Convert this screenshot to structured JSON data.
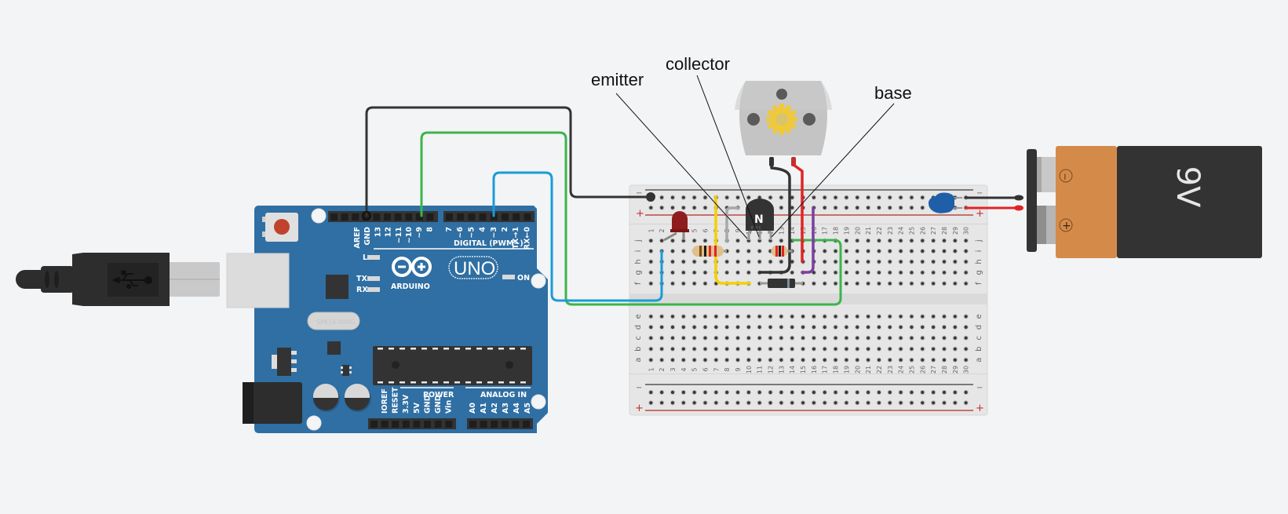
{
  "callouts": {
    "emitter": "emitter",
    "collector": "collector",
    "base": "base"
  },
  "arduino": {
    "brand": "ARDUINO",
    "model": "UNO",
    "digital_header": "DIGITAL (PWM~)",
    "power_header": "POWER",
    "analog_header": "ANALOG IN",
    "on_label": "ON",
    "led_labels": [
      "L",
      "TX",
      "RX"
    ],
    "crystal_label": "SPK16.000G",
    "digital_pins_left": [
      "AREF",
      "GND",
      "13",
      "12",
      "~11",
      "~10",
      "~9",
      "8"
    ],
    "digital_pins_right": [
      "7",
      "~6",
      "~5",
      "4",
      "~3",
      "2",
      "TX→1",
      "RX←0"
    ],
    "power_pins": [
      "IOREF",
      "RESET",
      "3.3V",
      "5V",
      "GND",
      "GND",
      "Vin"
    ],
    "analog_pins": [
      "A0",
      "A1",
      "A2",
      "A3",
      "A4",
      "A5"
    ]
  },
  "breadboard": {
    "columns": 30,
    "top_rows": [
      "j",
      "i",
      "h",
      "g",
      "f"
    ],
    "bottom_rows": [
      "e",
      "d",
      "c",
      "b",
      "a"
    ],
    "rail_minus": "−",
    "rail_plus": "+"
  },
  "transistor": {
    "type_label": "N",
    "pin_labels": "E B C"
  },
  "battery": {
    "voltage_label": "9V",
    "minus": "−",
    "plus": "+"
  },
  "wires": [
    {
      "name": "gnd-wire",
      "color": "#333333",
      "from": "Arduino GND",
      "to": "breadboard negative rail"
    },
    {
      "name": "pin9-wire",
      "color": "#3cb44b",
      "from": "Arduino ~9",
      "to": "breadboard row j col 14"
    },
    {
      "name": "pin3-wire",
      "color": "#1a9bd7",
      "from": "Arduino ~3",
      "to": "breadboard row i col 2"
    },
    {
      "name": "yellow-jumper",
      "color": "#f5d000"
    },
    {
      "name": "motor-black-lead",
      "color": "#333333"
    },
    {
      "name": "motor-red-lead",
      "color": "#e02424"
    },
    {
      "name": "purple-jumper",
      "color": "#7b3fa0"
    },
    {
      "name": "battery-black-lead",
      "color": "#333333"
    },
    {
      "name": "battery-red-lead",
      "color": "#e02424"
    }
  ],
  "colors": {
    "background": "#f3f4f6",
    "arduino_board": "#2f6fa3",
    "breadboard": "#e6e6e6",
    "battery_body": "#d48b4a",
    "battery_label_bg": "#333333"
  }
}
